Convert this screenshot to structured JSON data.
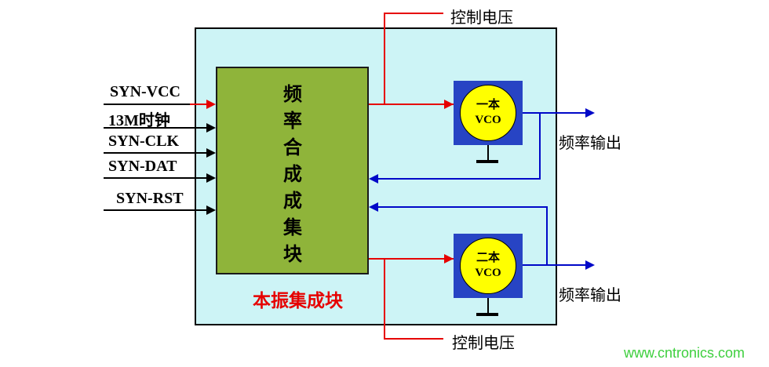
{
  "diagram": {
    "outer_label": "本振集成块",
    "synth_label": "频率合成成集块",
    "inputs": [
      {
        "label": "SYN-VCC"
      },
      {
        "label": "13M时钟"
      },
      {
        "label": "SYN-CLK"
      },
      {
        "label": "SYN-DAT"
      },
      {
        "label": "SYN-RST"
      }
    ],
    "vco1": {
      "name": "一本",
      "type": "VCO"
    },
    "vco2": {
      "name": "二本",
      "type": "VCO"
    },
    "labels": {
      "control_voltage_top": "控制电压",
      "control_voltage_bottom": "控制电压",
      "freq_output_top": "频率输出",
      "freq_output_bottom": "频率输出"
    },
    "watermark": "www.cntronics.com",
    "colors": {
      "outer_box_fill": "#cdf4f6",
      "synth_block_fill": "#8fb43a",
      "vco_square_fill": "#2744c4",
      "vco_circle_fill": "#ffff00",
      "wire_red": "#e60000",
      "wire_blue": "#0008c8",
      "wire_black": "#000000",
      "outer_label_color": "#e60000",
      "watermark_color": "#3ecf3e"
    }
  }
}
